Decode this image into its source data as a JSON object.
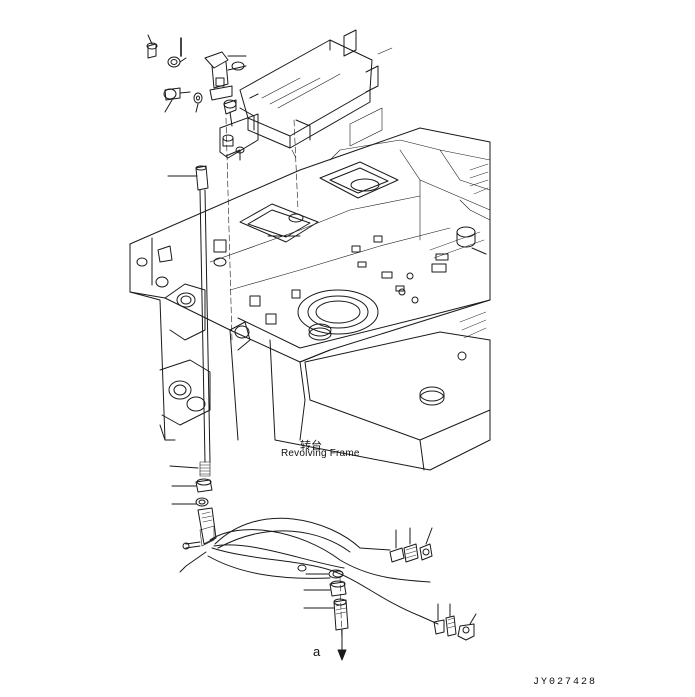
{
  "diagram": {
    "label_cn": "转台",
    "label_en": "Revolving Frame",
    "callout": "a",
    "drawing_code": "JY027428"
  },
  "colors": {
    "ink": "#1a1a1a",
    "background": "#ffffff"
  }
}
